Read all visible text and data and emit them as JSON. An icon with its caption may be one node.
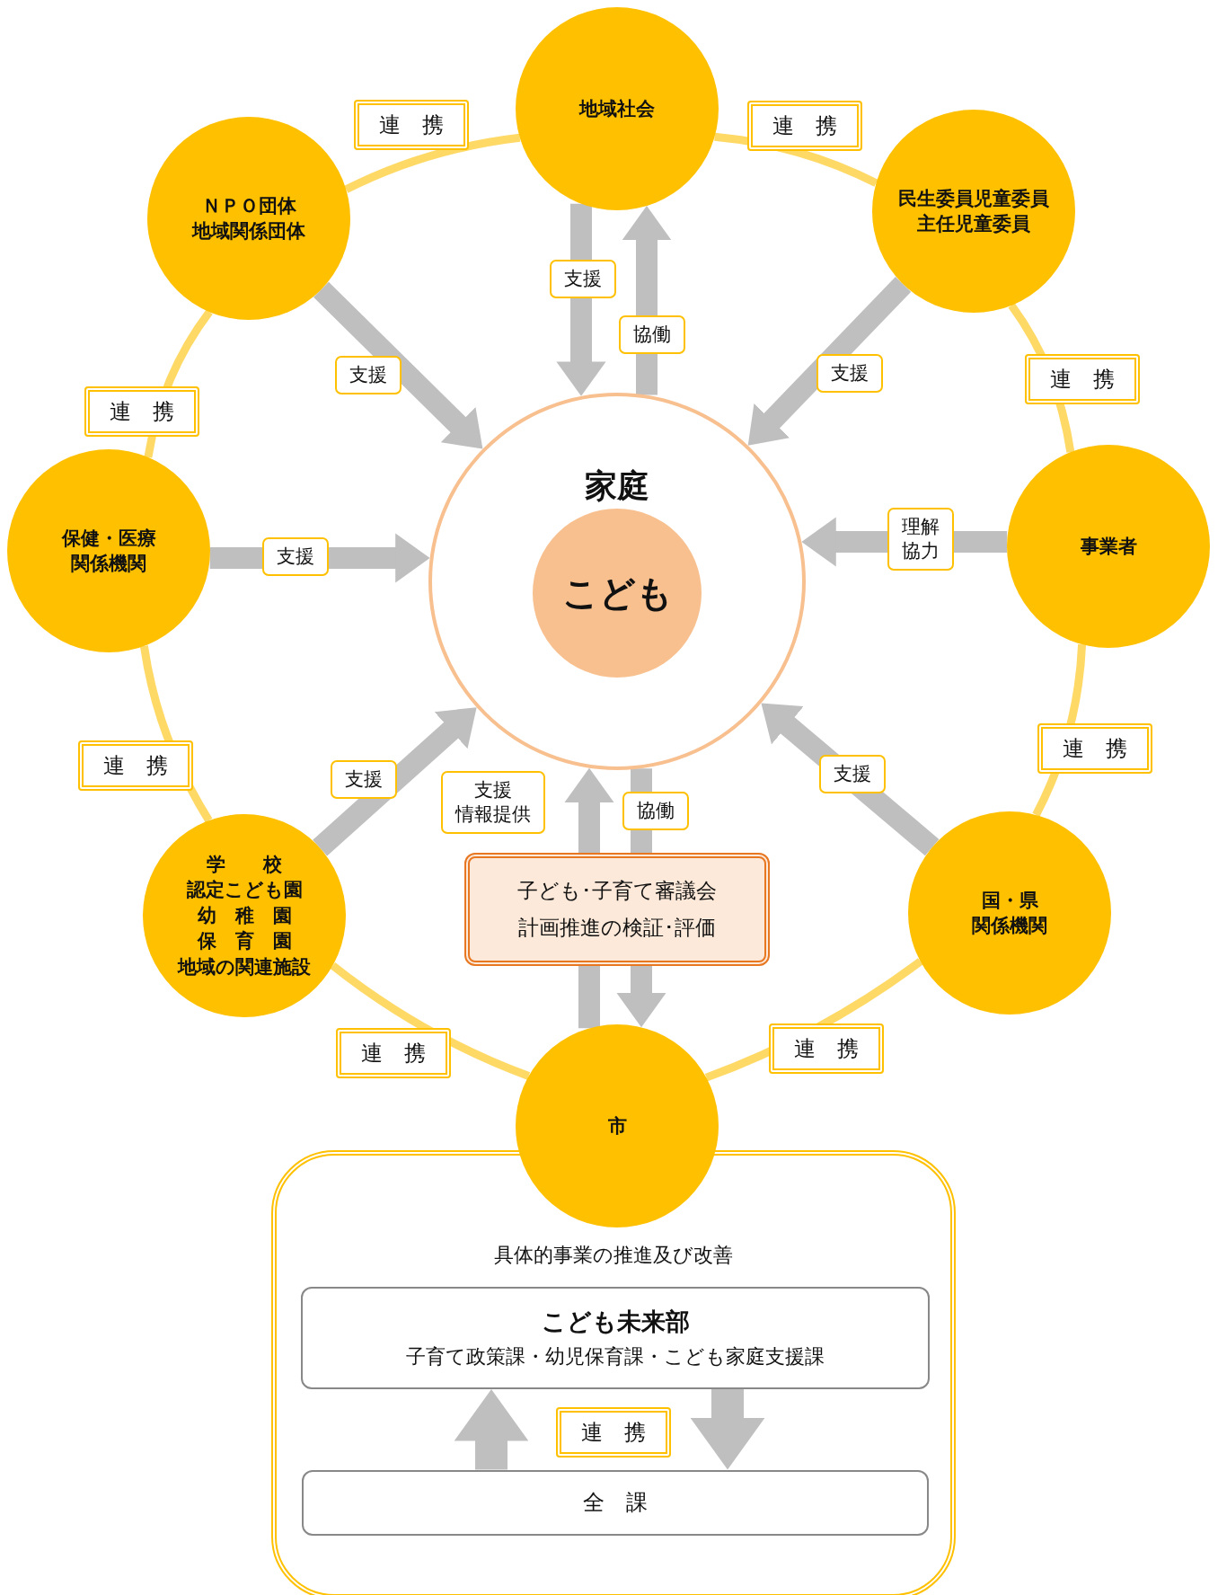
{
  "diagram": {
    "nodes": [
      {
        "text": [
          "地域社会"
        ]
      },
      {
        "text": [
          "ＮＰＯ団体",
          "地域関係団体"
        ]
      },
      {
        "text": [
          "民生委員児童委員",
          "主任児童委員"
        ]
      },
      {
        "text": [
          "保健・医療関係機関"
        ]
      },
      {
        "text": [
          "事業者"
        ]
      },
      {
        "text": [
          "学　　校",
          "認定こども園",
          "幼　稚　園",
          "保　育　園",
          "地域の関連施設"
        ]
      },
      {
        "text": [
          "国・県関係機関"
        ]
      },
      {
        "text": [
          "市"
        ]
      },
      {
        "text": [
          "家庭"
        ]
      },
      {
        "text": [
          "こども"
        ],
        "in": 8
      },
      {
        "text": [
          "子ども･子育て審議会",
          "計画推進の検証･評価"
        ]
      },
      {
        "text": [
          "具体的事業の推進及び改善"
        ]
      },
      {
        "text": [
          "こども未来部",
          "子育て政策課・幼児保育課・こども家庭支援課"
        ],
        "in": 11
      },
      {
        "text": [
          "全　課"
        ],
        "in": 11
      }
    ],
    "edges": [
      {
        "from": 0,
        "to": 1,
        "arrow": "none",
        "label": "連　携",
        "color": "#ffd966"
      },
      {
        "from": 0,
        "to": 2,
        "arrow": "none",
        "label": "連　携",
        "color": "#ffd966"
      },
      {
        "from": 2,
        "to": 4,
        "arrow": "none",
        "label": "連　携",
        "color": "#ffd966"
      },
      {
        "from": 1,
        "to": 3,
        "arrow": "none",
        "label": "連　携",
        "color": "#ffd966"
      },
      {
        "from": 3,
        "to": 5,
        "arrow": "none",
        "label": "連　携",
        "color": "#ffd966"
      },
      {
        "from": 4,
        "to": 6,
        "arrow": "none",
        "label": "連　携",
        "color": "#ffd966"
      },
      {
        "from": 5,
        "to": 7,
        "arrow": "none",
        "label": "連　携",
        "color": "#ffd966"
      },
      {
        "from": 6,
        "to": 7,
        "arrow": "none",
        "label": "連　携",
        "color": "#ffd966"
      },
      {
        "from": 0,
        "to": 8,
        "arrow": "to",
        "label": "支援"
      },
      {
        "from": 8,
        "to": 0,
        "arrow": "to",
        "label": "協働"
      },
      {
        "from": 1,
        "to": 8,
        "arrow": "to",
        "label": "支援"
      },
      {
        "from": 2,
        "to": 8,
        "arrow": "to",
        "label": "支援"
      },
      {
        "from": 3,
        "to": 8,
        "arrow": "to",
        "label": "支援"
      },
      {
        "from": 4,
        "to": 8,
        "arrow": "to",
        "label": "理解協力"
      },
      {
        "from": 5,
        "to": 8,
        "arrow": "to",
        "label": "支援"
      },
      {
        "from": 6,
        "to": 8,
        "arrow": "to",
        "label": "支援"
      },
      {
        "from": 10,
        "to": 8,
        "arrow": "to",
        "label": "支援情報提供"
      },
      {
        "from": 8,
        "to": 10,
        "arrow": "none",
        "label": "協働"
      },
      {
        "from": 7,
        "to": 10,
        "arrow": "none"
      },
      {
        "from": 10,
        "to": 7,
        "arrow": "to"
      },
      {
        "from": 13,
        "to": 12,
        "arrow": "to"
      },
      {
        "from": 12,
        "to": 13,
        "arrow": "to"
      }
    ],
    "labels": [
      "連　携"
    ]
  }
}
